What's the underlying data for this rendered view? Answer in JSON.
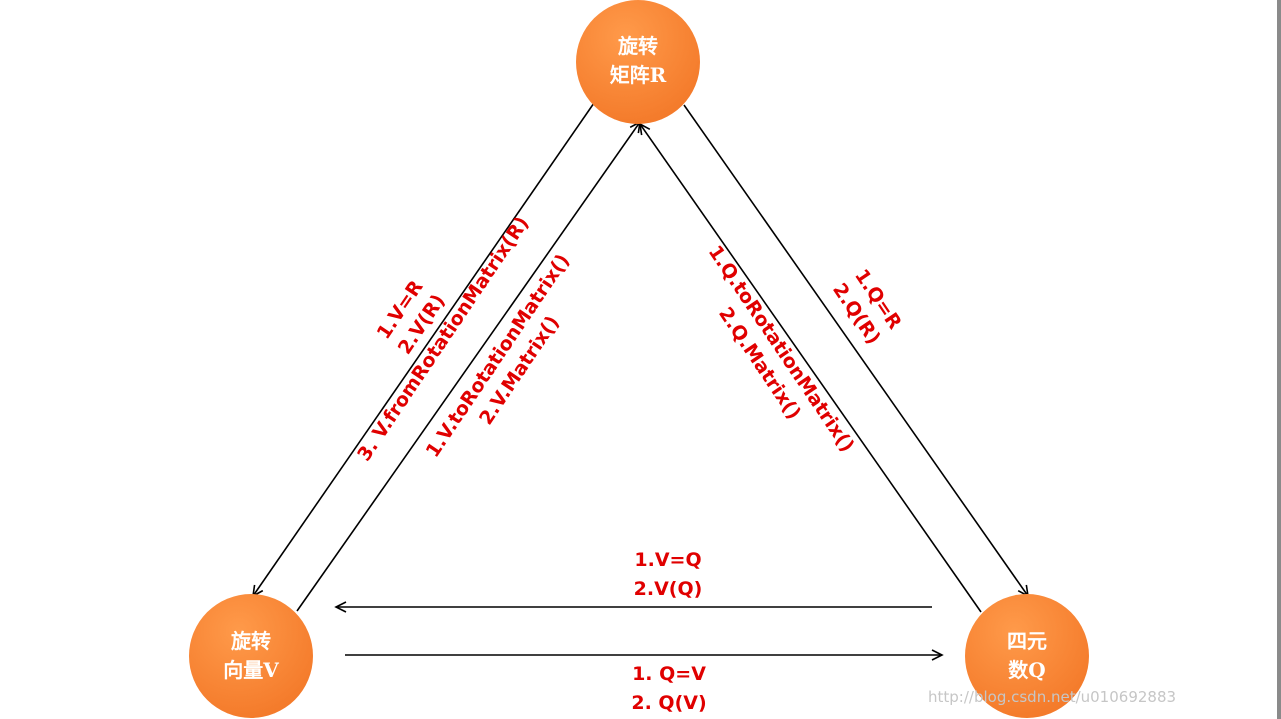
{
  "colors": {
    "node_fill": "#f47b2b",
    "node_highlight": "#ff9a4a",
    "label_text": "#e00000",
    "edge_stroke": "#000000"
  },
  "nodes": {
    "rotation_matrix": {
      "line1": "旋转",
      "line2": "矩阵R"
    },
    "rotation_vector": {
      "line1": "旋转",
      "line2": "向量V"
    },
    "quaternion": {
      "line1": "四元",
      "line2": "数Q"
    }
  },
  "edges": {
    "matrix_to_vector": {
      "line1": "1.V=R",
      "line2": "2.V(R)",
      "line3": "3. V.fromRotationMatrix(R)"
    },
    "vector_to_matrix": {
      "line1": "1.V.toRotationMatrix()",
      "line2": "2.V.Matrix()"
    },
    "quaternion_to_matrix": {
      "line1": "1.Q.toRotationMatrix()",
      "line2": "2.Q.Matrix()"
    },
    "matrix_to_quaternion": {
      "line1": "1.Q=R",
      "line2": "2.Q(R)"
    },
    "quaternion_to_vector": {
      "line1": "1.V=Q",
      "line2": "2.V(Q)"
    },
    "vector_to_quaternion": {
      "line1": "1. Q=V",
      "line2": "2. Q(V)"
    }
  },
  "watermark": "http://blog.csdn.net/u010692883"
}
